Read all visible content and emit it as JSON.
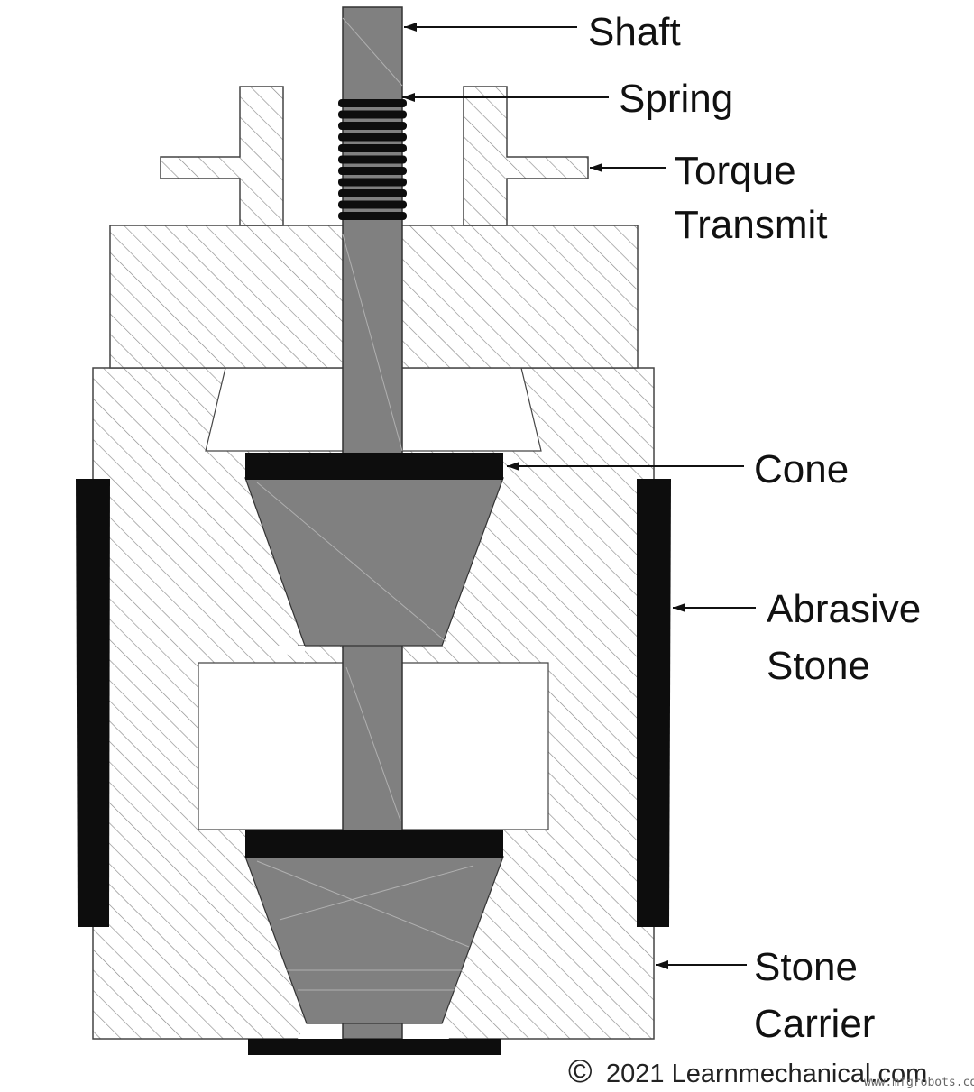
{
  "labels": {
    "shaft": "Shaft",
    "spring": "Spring",
    "torque_line1": "Torque",
    "torque_line2": "Transmit",
    "cone": "Cone",
    "abrasive_line1": "Abrasive",
    "abrasive_line2": "Stone",
    "carrier_line1": "Stone",
    "carrier_line2": "Carrier"
  },
  "copyright": {
    "symbol": "©",
    "text": "2021 Learnmechanical.com"
  },
  "watermark": "www.mfgrobots.com",
  "colors": {
    "hatch": "#8a8a8a",
    "outline": "#444444",
    "cone": "#808080",
    "dark": "#0d0d0d"
  }
}
